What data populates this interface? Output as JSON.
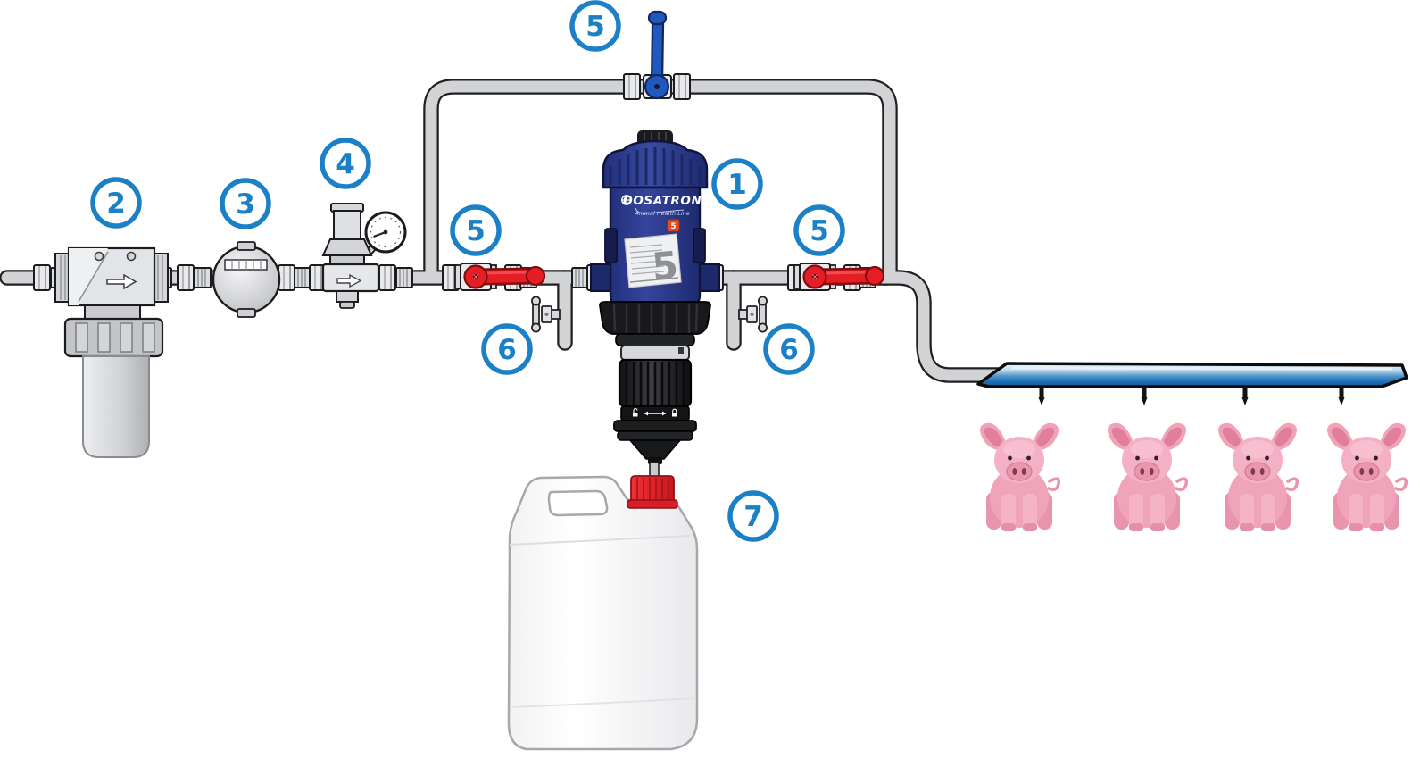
{
  "diagram": {
    "type": "installation-schematic",
    "subject": "Dosatron dosing pump installation: water filter, water meter, pressure regulator, bypass with shut-off valves, dosing pump with concentrate canister, drinking line for pigs",
    "callouts": {
      "c1": "1",
      "c2": "2",
      "c3": "3",
      "c4": "4",
      "c5": "5",
      "c6": "6",
      "c7": "7"
    },
    "pump": {
      "brand": "DOSATRON",
      "line": "Animal Health Line",
      "badge": "5",
      "size_label": "5"
    },
    "livestock": {
      "animal": "pig",
      "count": 4
    },
    "colors": {
      "accent_blue": "#1b80c5",
      "pipe_gray": "#d2d3d5",
      "valve_red": "#e51e25",
      "pump_navy": "#2a3a8e",
      "valve_handle_blue": "#2059be",
      "trough_blue": "#1a6fb7",
      "canister_cap_red": "#e6242b",
      "pig_pink": "#f2a9bf"
    }
  }
}
